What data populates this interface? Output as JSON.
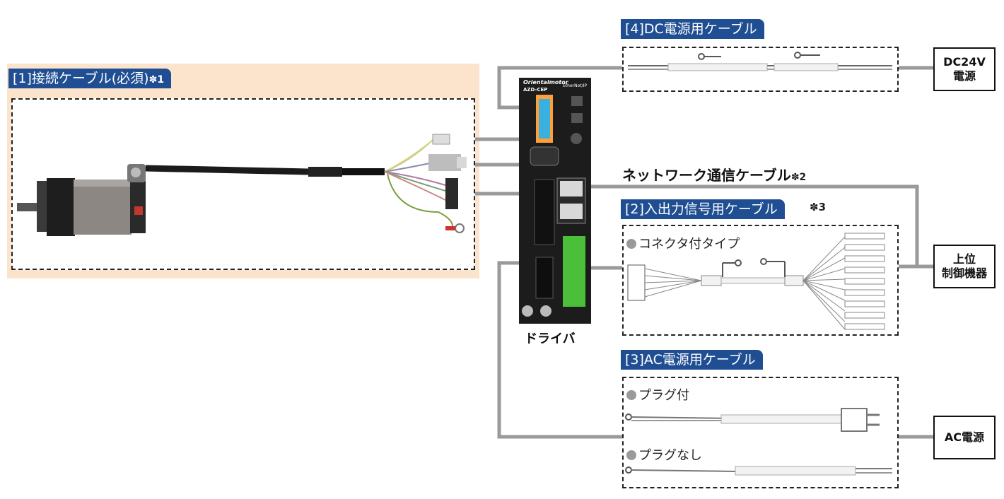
{
  "cables": {
    "connection": {
      "label": "[1]接続ケーブル(必須)",
      "note": "✽1"
    },
    "dc_power": {
      "label": "[4]DC電源用ケーブル"
    },
    "network": {
      "label": "ネットワーク通信ケーブル",
      "note": "✽2"
    },
    "io_signal": {
      "label": "[2]入出力信号用ケーブル",
      "note": "✽3",
      "variant": "コネクタ付タイプ"
    },
    "ac_power": {
      "label": "[3]AC電源用ケーブル",
      "variant_plug": "プラグ付",
      "variant_no_plug": "プラグなし"
    }
  },
  "devices": {
    "driver": {
      "label": "ドライバ",
      "brand": "Orientalmotor",
      "model": "AZD-CEP",
      "protocol": "EtherNet/IP"
    },
    "dc24v": {
      "line1": "DC24V",
      "line2": "電源"
    },
    "host": {
      "line1": "上位",
      "line2": "制御機器"
    },
    "ac": {
      "label": "AC電源"
    }
  },
  "colors": {
    "tag_bg": "#1f4e93",
    "peach_bg": "#fce3cb",
    "line_gray": "#9a9a9a"
  }
}
